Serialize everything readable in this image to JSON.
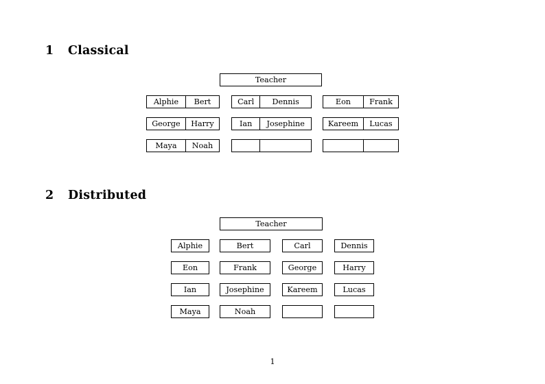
{
  "page": {
    "page_number": "1",
    "background_color": "#ffffff",
    "text_color": "#000000",
    "border_color": "#000000"
  },
  "sections": [
    {
      "number": "1",
      "title": "Classical",
      "teacher_label": "Teacher",
      "layout": "joined-pairs",
      "groups": [
        {
          "rows": [
            [
              "Alphie",
              "Bert"
            ],
            [
              "George",
              "Harry"
            ],
            [
              "Maya",
              "Noah"
            ]
          ]
        },
        {
          "rows": [
            [
              "Carl",
              "Dennis"
            ],
            [
              "Ian",
              "Josephine"
            ],
            [
              "",
              ""
            ]
          ]
        },
        {
          "rows": [
            [
              "Eon",
              "Frank"
            ],
            [
              "Kareem",
              "Lucas"
            ],
            [
              "",
              ""
            ]
          ]
        }
      ]
    },
    {
      "number": "2",
      "title": "Distributed",
      "teacher_label": "Teacher",
      "layout": "separate-boxes",
      "rows": [
        [
          "Alphie",
          "Bert",
          "Carl",
          "Dennis"
        ],
        [
          "Eon",
          "Frank",
          "George",
          "Harry"
        ],
        [
          "Ian",
          "Josephine",
          "Kareem",
          "Lucas"
        ],
        [
          "Maya",
          "Noah",
          "",
          ""
        ]
      ]
    }
  ]
}
